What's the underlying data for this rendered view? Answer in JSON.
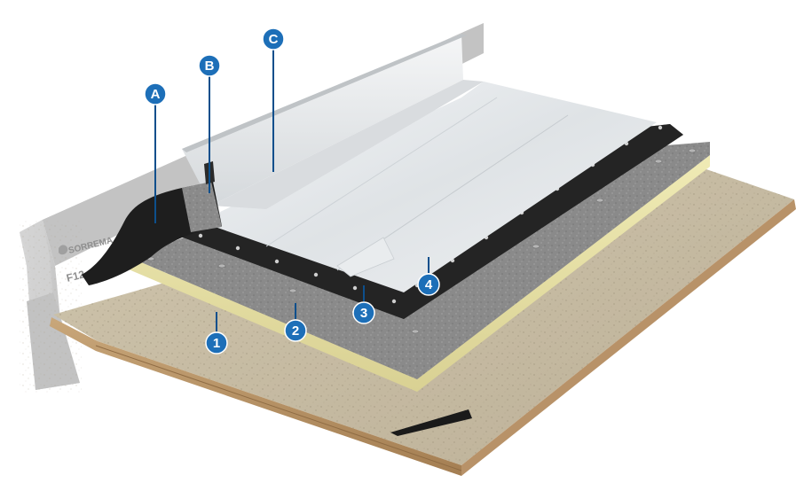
{
  "wall_branding": {
    "brand": "SORREMA",
    "code": "F12"
  },
  "callouts": [
    {
      "id": "A",
      "label": "A"
    },
    {
      "id": "B",
      "label": "B"
    },
    {
      "id": "C",
      "label": "C"
    },
    {
      "id": "1",
      "label": "1"
    },
    {
      "id": "2",
      "label": "2"
    },
    {
      "id": "3",
      "label": "3"
    },
    {
      "id": "4",
      "label": "4"
    }
  ],
  "colors": {
    "callout_fill": "#1d6fb8",
    "leader_line": "#0d4f8c",
    "deck": "#c9bea6",
    "deck_edge": "#b08a5c",
    "insulation_top": "#8c8c8c",
    "insulation_side": "#ece6a8",
    "membrane_black": "#1c1c1c",
    "membrane_white": "#e4e7ea",
    "wall": "#cfcfcf"
  }
}
